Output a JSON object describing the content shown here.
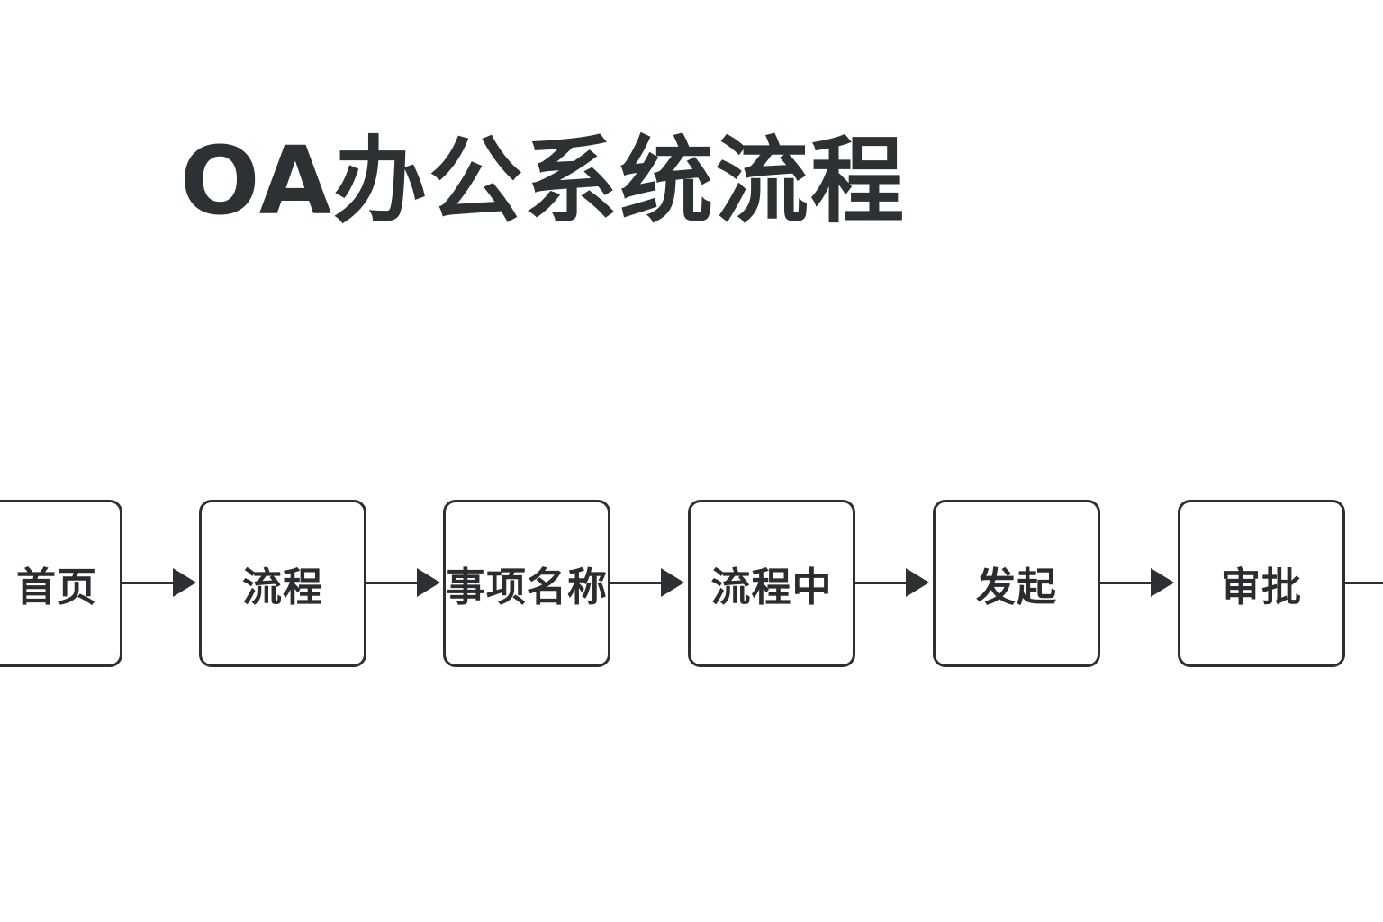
{
  "title": "OA办公系统流程",
  "steps": [
    {
      "label": "首页"
    },
    {
      "label": "流程"
    },
    {
      "label": "事项名称"
    },
    {
      "label": "流程中"
    },
    {
      "label": "发起"
    },
    {
      "label": "审批"
    }
  ],
  "colors": {
    "background": "#ffffff",
    "stroke": "#2d3032",
    "text": "#2a2d2f"
  }
}
